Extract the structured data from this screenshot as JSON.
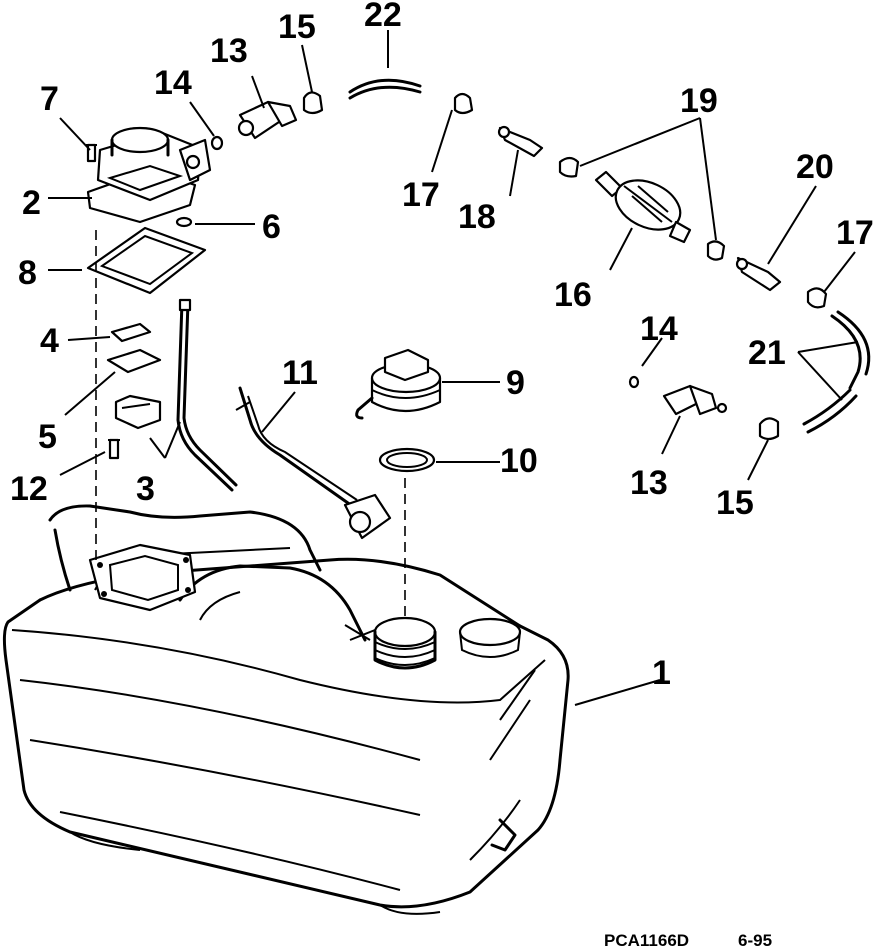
{
  "labels": [
    "1",
    "2",
    "3",
    "4",
    "5",
    "6",
    "7",
    "8",
    "9",
    "10",
    "11",
    "12",
    "13",
    "14",
    "15",
    "16",
    "17",
    "18",
    "19",
    "20",
    "21",
    "22"
  ],
  "callouts": {
    "n1": "1",
    "n2": "2",
    "n3": "3",
    "n4": "4",
    "n5": "5",
    "n6": "6",
    "n7": "7",
    "n8": "8",
    "n9": "9",
    "n10": "10",
    "n11": "11",
    "n12": "12",
    "n13a": "13",
    "n13b": "13",
    "n14a": "14",
    "n14b": "14",
    "n15a": "15",
    "n15b": "15",
    "n16": "16",
    "n17a": "17",
    "n17b": "17",
    "n18": "18",
    "n19": "19",
    "n20": "20",
    "n21": "21",
    "n22": "22"
  },
  "footer": {
    "code": "PCA1166D",
    "date": "6-95"
  }
}
